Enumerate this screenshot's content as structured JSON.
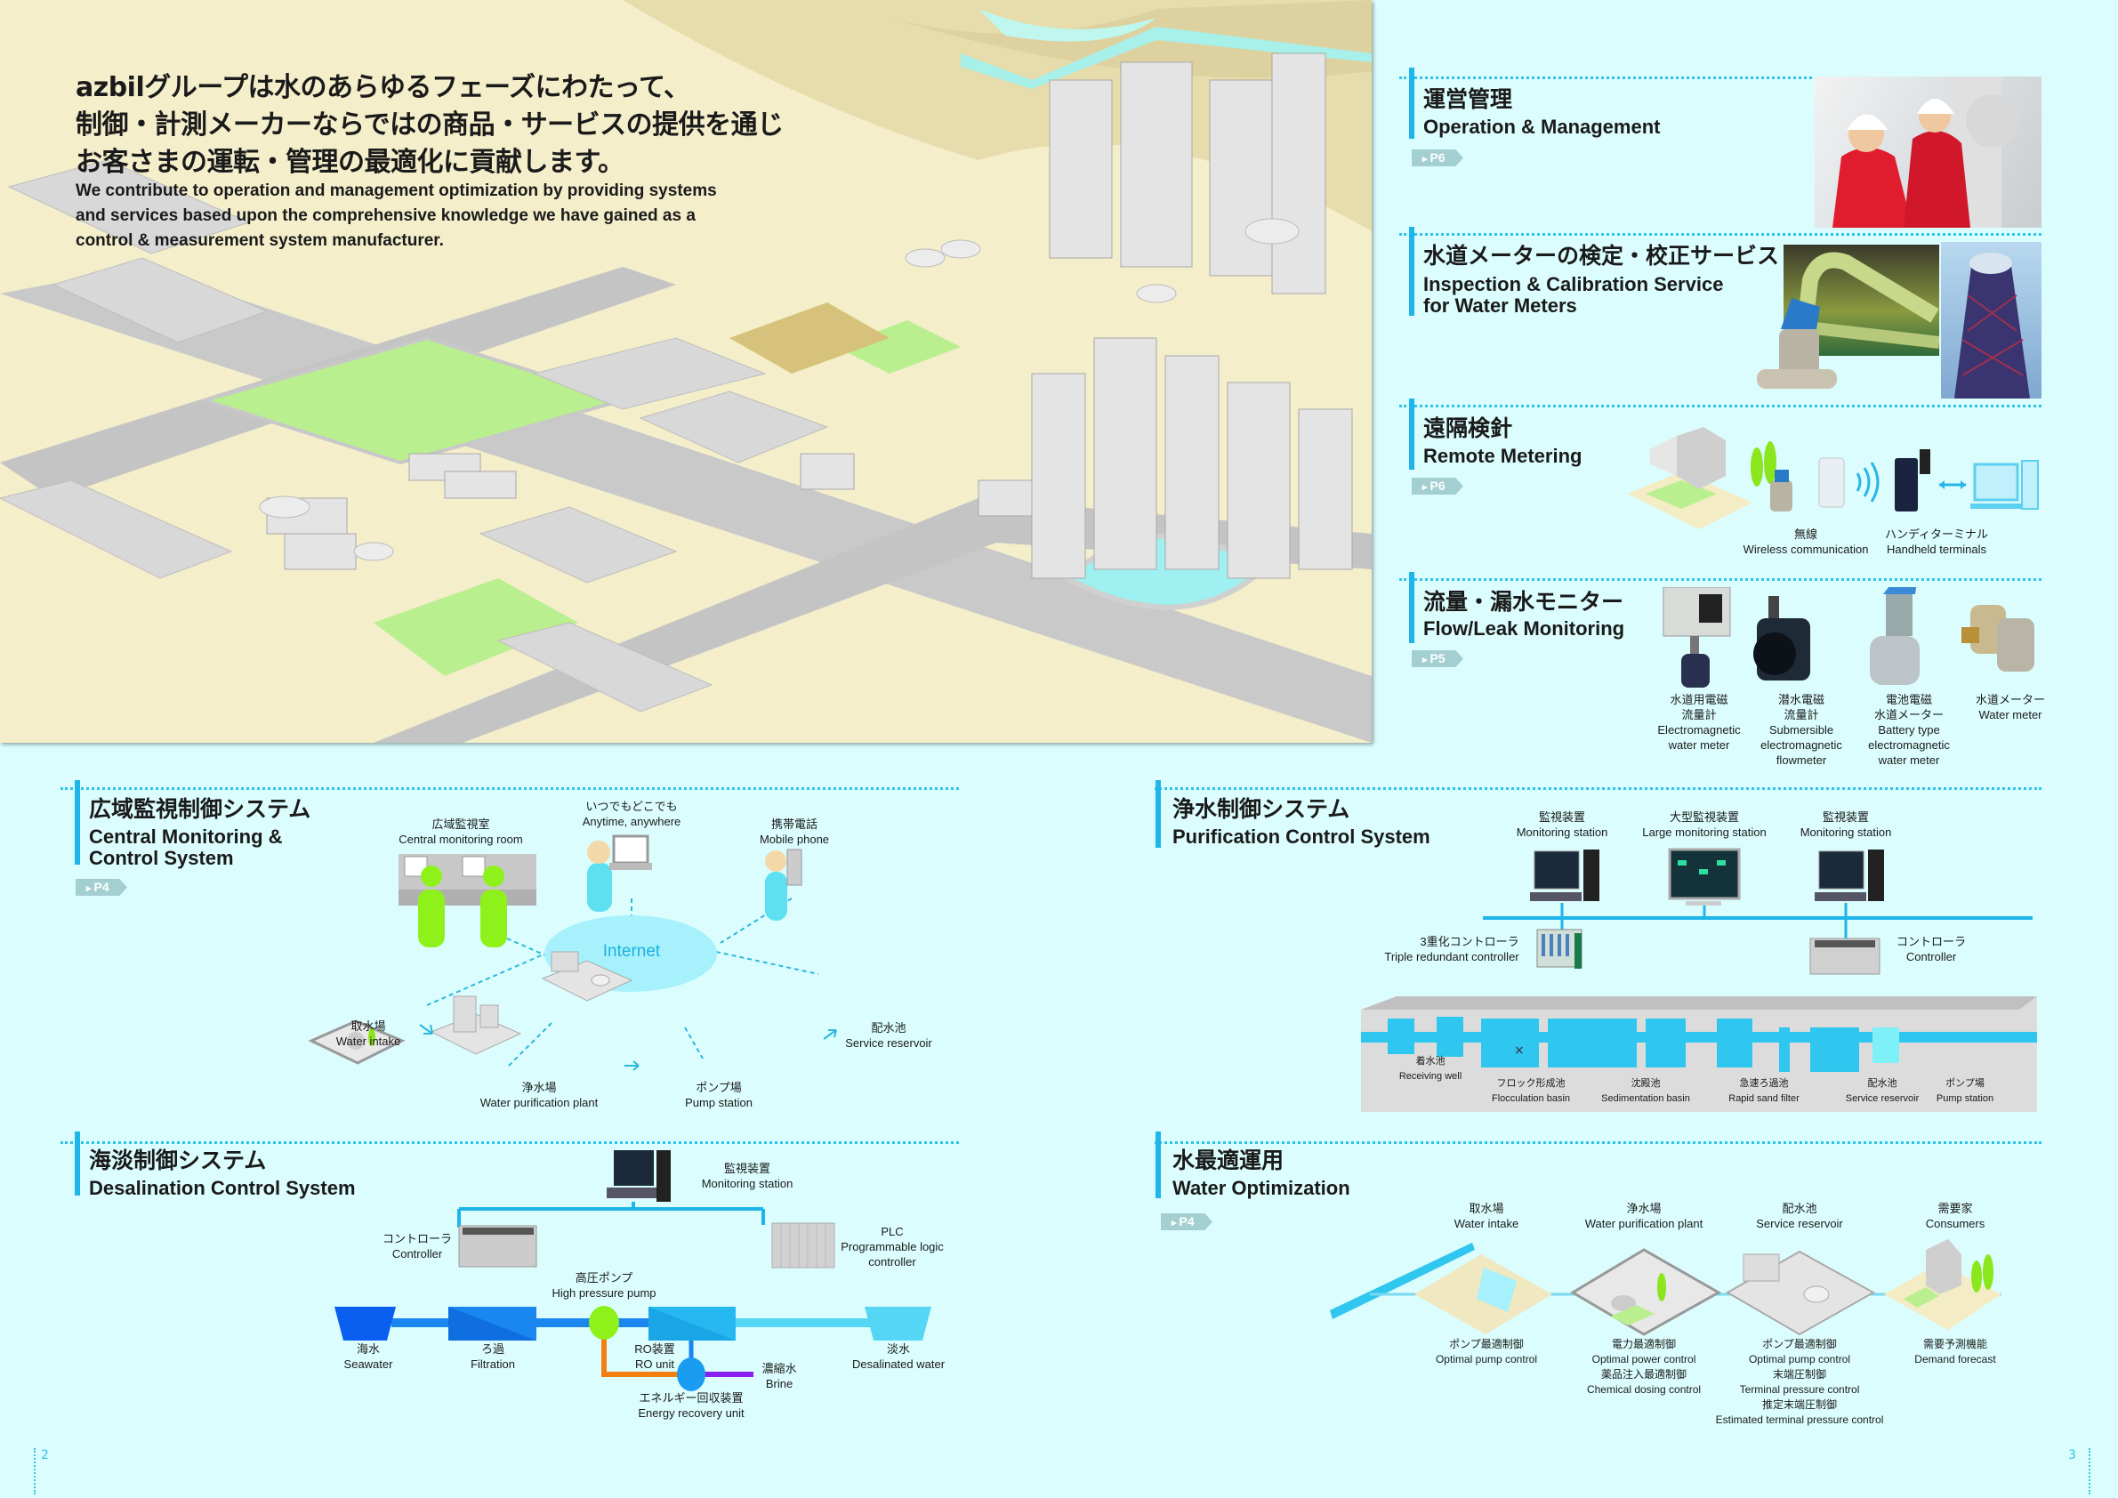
{
  "intro": {
    "ja_lines": [
      "azbilグループは水のあらゆるフェーズにわたって、",
      "制御・計測メーカーならではの商品・サービスの提供を通じ",
      "お客さまの運転・管理の最適化に貢献します。"
    ],
    "en_lines": [
      "We contribute to operation and management optimization by providing systems",
      "and services based upon the comprehensive knowledge we have gained as a",
      "control & measurement system manufacturer."
    ]
  },
  "services": [
    {
      "title_ja": "運営管理",
      "title_en": [
        "Operation & Management"
      ],
      "page_ref": "P6"
    },
    {
      "title_ja": "水道メーターの検定・校正サービス",
      "title_en": [
        "Inspection & Calibration Service",
        "for Water Meters"
      ]
    },
    {
      "title_ja": "遠隔検針",
      "title_en": [
        "Remote Metering"
      ],
      "page_ref": "P6",
      "labels": [
        {
          "ja": "無線",
          "en": "Wireless communication"
        },
        {
          "ja": "ハンディターミナル",
          "en": "Handheld terminals"
        }
      ]
    },
    {
      "title_ja": "流量・漏水モニター",
      "title_en": [
        "Flow/Leak Monitoring"
      ],
      "page_ref": "P5",
      "products": [
        {
          "ja": [
            "水道用電磁",
            "流量計"
          ],
          "en": [
            "Electromagnetic",
            "water meter"
          ]
        },
        {
          "ja": [
            "潜水電磁",
            "流量計"
          ],
          "en": [
            "Submersible",
            "electromagnetic",
            "flowmeter"
          ]
        },
        {
          "ja": [
            "電池電磁",
            "水道メーター"
          ],
          "en": [
            "Battery type",
            "electromagnetic",
            "water meter"
          ]
        },
        {
          "ja": [
            "水道メーター"
          ],
          "en": [
            "Water meter"
          ]
        }
      ]
    }
  ],
  "central": {
    "title_ja": "広域監視制御システム",
    "title_en": [
      "Central Monitoring &",
      "Control System"
    ],
    "page_ref": "P4",
    "hub": "Internet",
    "nodes": [
      {
        "ja": "広域監視室",
        "en": "Central monitoring room"
      },
      {
        "ja": "いつでもどこでも",
        "en": "Anytime, anywhere"
      },
      {
        "ja": "携帯電話",
        "en": "Mobile phone"
      },
      {
        "ja": "取水場",
        "en": "Water intake"
      },
      {
        "ja": "浄水場",
        "en": "Water purification plant"
      },
      {
        "ja": "ポンプ場",
        "en": "Pump station"
      },
      {
        "ja": "配水池",
        "en": "Service reservoir"
      }
    ]
  },
  "purification": {
    "title_ja": "浄水制御システム",
    "title_en": [
      "Purification Control System"
    ],
    "stations": [
      {
        "ja": "監視装置",
        "en": "Monitoring station"
      },
      {
        "ja": "大型監視装置",
        "en": "Large monitoring station"
      },
      {
        "ja": "監視装置",
        "en": "Monitoring station"
      }
    ],
    "controllers": [
      {
        "ja": "3重化コントローラ",
        "en": "Triple redundant controller"
      },
      {
        "ja": "コントローラ",
        "en": "Controller"
      }
    ],
    "stages": [
      {
        "ja": "着水池",
        "en": "Receiving well"
      },
      {
        "ja": "フロック形成池",
        "en": "Flocculation basin"
      },
      {
        "ja": "沈殿池",
        "en": "Sedimentation basin"
      },
      {
        "ja": "急速ろ過池",
        "en": "Rapid sand filter"
      },
      {
        "ja": "配水池",
        "en": "Service reservoir"
      },
      {
        "ja": "ポンプ場",
        "en": "Pump station"
      }
    ]
  },
  "desalination": {
    "title_ja": "海淡制御システム",
    "title_en": [
      "Desalination Control System"
    ],
    "monitor": {
      "ja": "監視装置",
      "en": "Monitoring station"
    },
    "controller": {
      "ja": "コントローラ",
      "en": "Controller"
    },
    "plc": {
      "ja": "PLC",
      "en": [
        "Programmable logic",
        "controller"
      ]
    },
    "flow": [
      {
        "ja": "海水",
        "en": "Seawater"
      },
      {
        "ja": "ろ過",
        "en": "Filtration"
      },
      {
        "ja": "高圧ポンプ",
        "en": "High pressure pump"
      },
      {
        "ja": "RO装置",
        "en": "RO unit"
      },
      {
        "ja": "濃縮水",
        "en": "Brine"
      },
      {
        "ja": "淡水",
        "en": "Desalinated water"
      },
      {
        "ja": "エネルギー回収装置",
        "en": "Energy recovery unit"
      }
    ],
    "colors": {
      "seawater": "#0a5ff0",
      "filtration": "#1a86f0",
      "pump": "#8ef21a",
      "ro": "#27b8f2",
      "desalinated": "#56d6f5",
      "orange": "#f57e10",
      "purple": "#8a1ff0"
    }
  },
  "optimization": {
    "title_ja": "水最適運用",
    "title_en": [
      "Water Optimization"
    ],
    "page_ref": "P4",
    "stages": [
      {
        "ja": "取水場",
        "en": "Water intake",
        "functions": [
          {
            "ja": "ポンプ最適制御",
            "en": "Optimal pump control"
          }
        ]
      },
      {
        "ja": "浄水場",
        "en": "Water purification plant",
        "functions": [
          {
            "ja": "電力最適制御",
            "en": "Optimal power control"
          },
          {
            "ja": "薬品注入最適制御",
            "en": "Chemical dosing control"
          }
        ]
      },
      {
        "ja": "配水池",
        "en": "Service reservoir",
        "functions": [
          {
            "ja": "ポンプ最適制御",
            "en": "Optimal pump control"
          },
          {
            "ja": "末端圧制御",
            "en": "Terminal pressure control"
          },
          {
            "ja": "推定末端圧制御",
            "en": "Estimated terminal pressure control"
          }
        ]
      },
      {
        "ja": "需要家",
        "en": "Consumers",
        "functions": [
          {
            "ja": "需要予測機能",
            "en": "Demand forecast"
          }
        ]
      }
    ]
  },
  "page_numbers": {
    "left": "2",
    "right": "3"
  },
  "colors": {
    "background": "#dcfdfd",
    "accent": "#1fb4ea",
    "badge": "#a3cfd1",
    "hero_ground": "#f3ecc4"
  }
}
